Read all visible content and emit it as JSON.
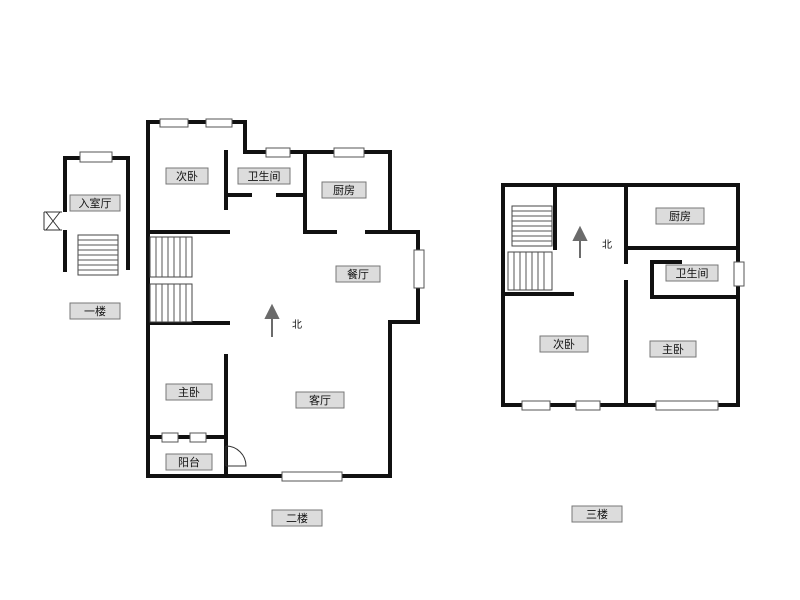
{
  "colors": {
    "wall": "#111111",
    "label_bg": "#dcdcdc",
    "arrow": "#6b6b6b",
    "background": "#ffffff"
  },
  "floor1": {
    "caption": "一楼",
    "rooms": {
      "entrance_hall": "入室厅"
    }
  },
  "floor2": {
    "caption": "二楼",
    "north": "北",
    "rooms": {
      "second_bedroom": "次卧",
      "bathroom": "卫生间",
      "kitchen": "厨房",
      "dining_room": "餐厅",
      "master_bedroom": "主卧",
      "living_room": "客厅",
      "balcony": "阳台"
    }
  },
  "floor3": {
    "caption": "三楼",
    "north": "北",
    "rooms": {
      "kitchen": "厨房",
      "bathroom": "卫生间",
      "second_bedroom": "次卧",
      "master_bedroom": "主卧"
    }
  }
}
